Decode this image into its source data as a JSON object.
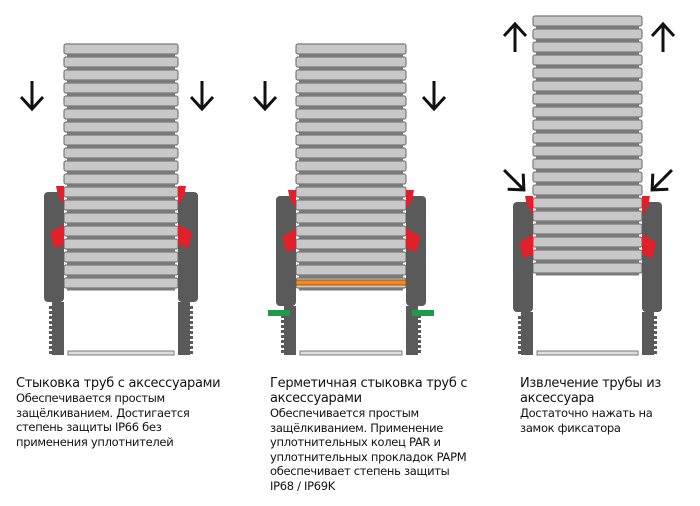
{
  "colors": {
    "pipe": "#c8c8c8",
    "rib": "#7a7a7a",
    "fitting": "#5a5a5a",
    "seal": "#e0202a",
    "gasket": "#f08a24",
    "tab": "#1f9a4a",
    "arrow": "#111111"
  },
  "panels": [
    {
      "title": "Стыковка труб с аксессуарами",
      "text": "Обеспечивается простым защёлкиванием. Достигается степень защиты IP66 без применения уплотнителей",
      "arrows": "arrow-down-icon"
    },
    {
      "title": "Герметичная стыковка труб с аксессуарами",
      "text": "Обеспечивается простым защёлкиванием. Применение уплотнительных колец PAR и уплотнительных прокладок PAPM обеспечивает степень защиты IP68 / IP69K",
      "arrows": "arrow-down-icon"
    },
    {
      "title": "Извлечение трубы из аксессуара",
      "text": "Достаточно нажать на замок фиксатора",
      "arrows": "arrow-up-icon"
    }
  ]
}
